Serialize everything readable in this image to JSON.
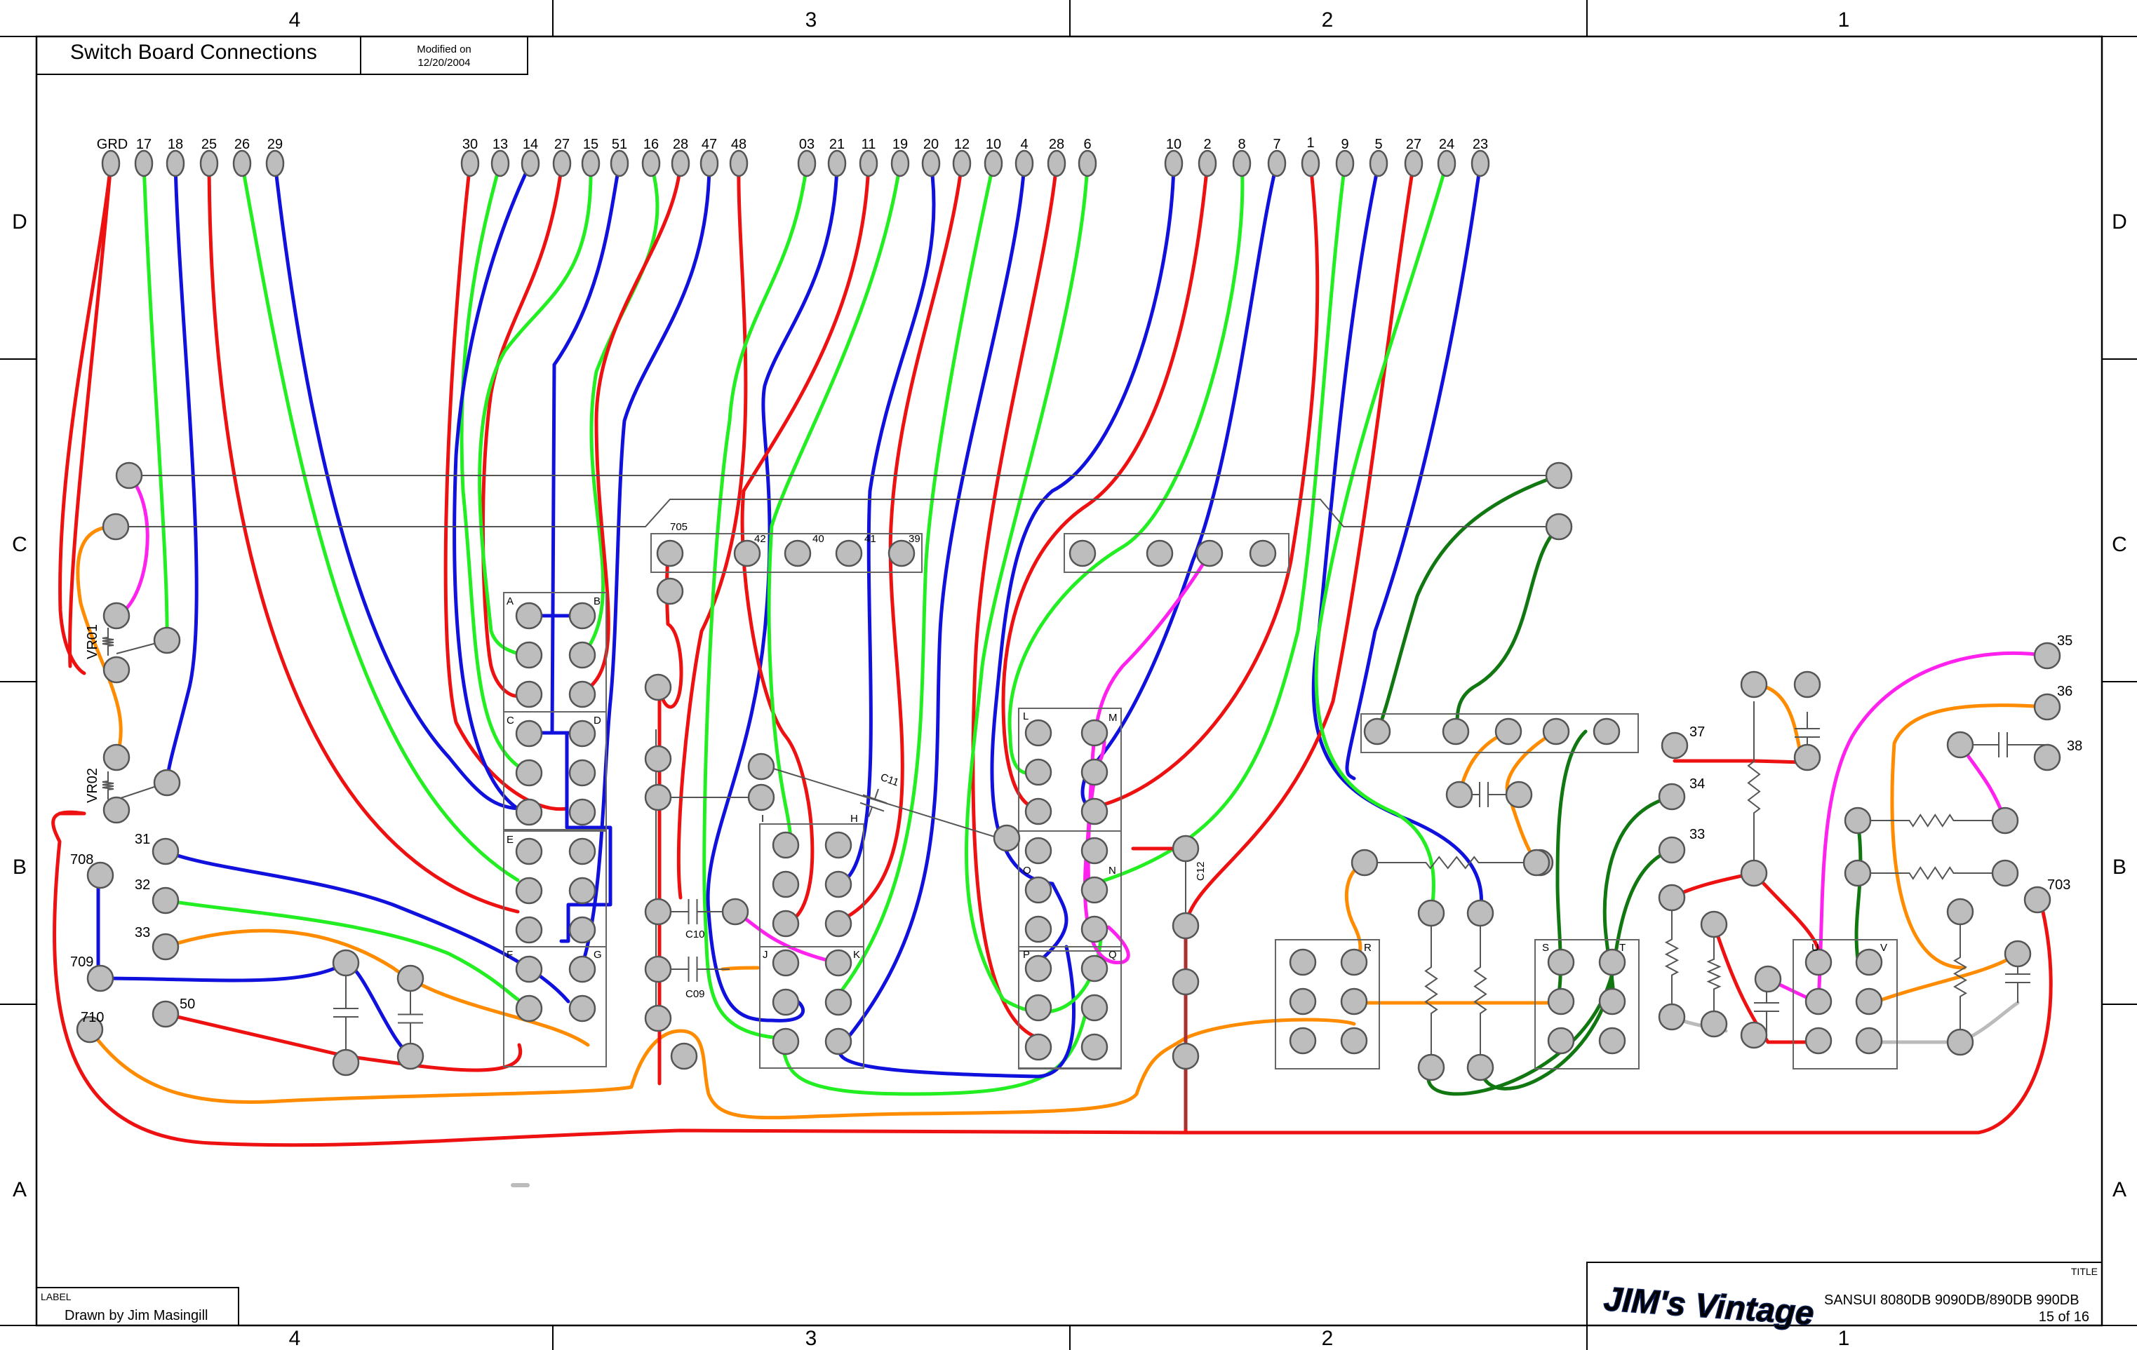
{
  "title": "Switch Board Connections",
  "modified_label": "Modified on",
  "modified_date": "12/20/2004",
  "label_caption": "LABEL",
  "drawn_by": "Drawn by Jim Masingill",
  "title_caption": "TITLE",
  "brand": "JIM's Vintage",
  "model": "SANSUI 8080DB 9090DB/890DB 990DB",
  "page": "15 of 16",
  "col_labels": [
    "4",
    "3",
    "2",
    "1"
  ],
  "row_labels": [
    "D",
    "C",
    "B",
    "A"
  ],
  "top_pins_left": [
    "GRD",
    "17",
    "18",
    "25",
    "26",
    "29"
  ],
  "top_pins_mid": [
    "30",
    "13",
    "14",
    "27",
    "15",
    "51",
    "16",
    "28",
    "47",
    "48"
  ],
  "top_pins_center": [
    "03",
    "21",
    "11",
    "19",
    "20",
    "12",
    "10",
    "4",
    "28",
    "6"
  ],
  "top_pins_right": [
    "10",
    "2",
    "8",
    "7",
    "1",
    "9",
    "5",
    "27",
    "24",
    "23"
  ],
  "strip_label": "705",
  "strip_pins": [
    "42",
    "40",
    "41",
    "39"
  ],
  "pot_labels": [
    "VR01",
    "VR02"
  ],
  "left_terms": [
    "31",
    "32",
    "33",
    "708",
    "709",
    "710",
    "50"
  ],
  "right_terms": [
    "35",
    "36",
    "38",
    "37",
    "34",
    "33",
    "703"
  ],
  "cap_labels": [
    "C10",
    "C09",
    "C11",
    "C12"
  ],
  "switch_letters": [
    "A",
    "B",
    "C",
    "D",
    "E",
    "F",
    "G",
    "H",
    "I",
    "J",
    "K",
    "L",
    "M",
    "N",
    "O",
    "P",
    "Q",
    "R",
    "S",
    "T",
    "U",
    "V"
  ],
  "wire_colors": {
    "red": "#ee1111",
    "green": "#22ee22",
    "blue": "#1111dd",
    "orange": "#ff8c00",
    "magenta": "#ff22ee",
    "dark_green": "#117711",
    "black": "#000000",
    "grey": "#bbbbbb"
  }
}
